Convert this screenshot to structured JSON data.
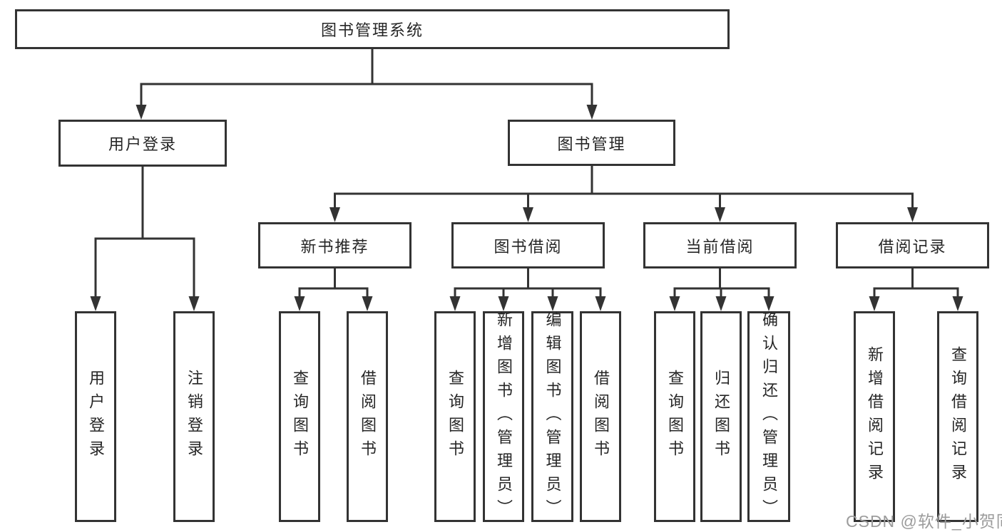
{
  "tree": {
    "label": "图书管理系统",
    "children": [
      {
        "label": "用户登录",
        "children": [
          {
            "label": "用户登录"
          },
          {
            "label": "注销登录"
          }
        ]
      },
      {
        "label": "图书管理",
        "children": [
          {
            "label": "新书推荐",
            "children": [
              {
                "label": "查询图书"
              },
              {
                "label": "借阅图书"
              }
            ]
          },
          {
            "label": "图书借阅",
            "children": [
              {
                "label": "查询图书"
              },
              {
                "label": "新增图书（管理员）"
              },
              {
                "label": "编辑图书（管理员）"
              },
              {
                "label": "借阅图书"
              }
            ]
          },
          {
            "label": "当前借阅",
            "children": [
              {
                "label": "查询图书"
              },
              {
                "label": "归还图书"
              },
              {
                "label": "确认归还（管理员）"
              }
            ]
          },
          {
            "label": "借阅记录",
            "children": [
              {
                "label": "新增借阅记录"
              },
              {
                "label": "查询借阅记录"
              }
            ]
          }
        ]
      }
    ]
  },
  "watermark": {
    "text": "CSDN @软件_小贺同学"
  },
  "colors": {
    "line": "#333333",
    "text": "#262626",
    "box_background": "#ffffff",
    "page_background": "#ffffff",
    "watermark": "#9c9c9c"
  }
}
